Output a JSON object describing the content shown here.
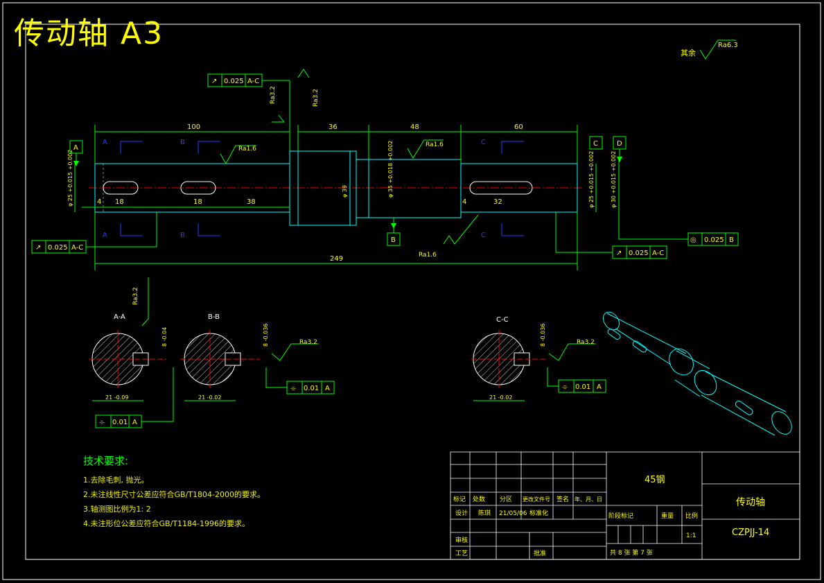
{
  "title": {
    "text": "传动轴 A3",
    "color": "#ffff00"
  },
  "colors": {
    "outline": "#00ff00",
    "white": "#ffffff",
    "cyan": "#00ffff",
    "yellow": "#ffff00",
    "red": "#ff0000",
    "blue": "#3333ff"
  },
  "surface_finish_other": {
    "label": "其余",
    "value": "Ra6.3"
  },
  "tolerance_frames": {
    "top": {
      "symbol": "↗",
      "value": "0.025",
      "datum": "A-C"
    },
    "left": {
      "symbol": "↗",
      "value": "0.025",
      "datum": "A-C"
    },
    "right": {
      "symbol": "↗",
      "value": "0.025",
      "datum": "A-C"
    },
    "concentric": {
      "symbol": "◎",
      "value": "0.025",
      "datum": "B"
    },
    "sec_a": {
      "symbol": "⌯",
      "value": "0.01",
      "datum": "A"
    },
    "sec_b": {
      "symbol": "⌯",
      "value": "0.01",
      "datum": "A"
    },
    "sec_c": {
      "symbol": "⌯",
      "value": "0.01",
      "datum": "A"
    }
  },
  "datums": {
    "a": "A",
    "b": "B",
    "c": "C",
    "d": "D"
  },
  "roughness": {
    "r1": "Ra3.2",
    "r2": "Ra3.2",
    "r3": "Ra1.6",
    "r4": "Ra1.6",
    "r5": "Ra1.6",
    "r6": "Ra3.2",
    "r7": "Ra3.2",
    "r8": "Ra3.2"
  },
  "dims": {
    "d100": "100",
    "d36": "36",
    "d48": "48",
    "d60": "60",
    "d249": "249",
    "d4a": "4",
    "d18a": "18",
    "d18b": "18",
    "d38": "38",
    "d4b": "4",
    "d32": "32",
    "dia25a": "φ 25 +0.015 +0.002",
    "dia39": "φ 39",
    "dia35": "φ 35 +0.018 +0.002",
    "dia25b": "φ 25 +0.015 +0.002",
    "dia30": "φ 30 +0.015 +0.002"
  },
  "section_marks": {
    "a": "A",
    "b": "B",
    "c": "C"
  },
  "sections": {
    "aa": {
      "label": "A-A",
      "width": "21 -0.09",
      "slot": "8 -0.04"
    },
    "bb": {
      "label": "B-B",
      "width": "21 -0.02",
      "slot": "8 -0.036"
    },
    "cc": {
      "label": "C-C",
      "width": "21 -0.02",
      "slot": "8 -0.036"
    }
  },
  "tech_req": {
    "title": "技术要求:",
    "items": [
      "1.去除毛刺, 抛光。",
      "2.未注线性尺寸公差应符合GB/T1804-2000的要求。",
      "3.轴测图比例为1: 2",
      "4.未注形位公差应符合GB/T1184-1996的要求。"
    ]
  },
  "title_block": {
    "material": "45钢",
    "part_name": "传动轴",
    "drawing_no": "CZPJJ-14",
    "scale_label": "比例",
    "scale": "1:1",
    "stage_mark": "阶段标记",
    "weight": "重量",
    "header_cells": [
      "标记",
      "处数",
      "分区",
      "更改文件号",
      "签名",
      "年、月、日"
    ],
    "design": "设计",
    "designer": "陈琪",
    "date": "21/05/06",
    "standardize": "标准化",
    "review": "审核",
    "process": "工艺",
    "approve": "批准",
    "sheets": "共  8  张       第  7  张"
  }
}
